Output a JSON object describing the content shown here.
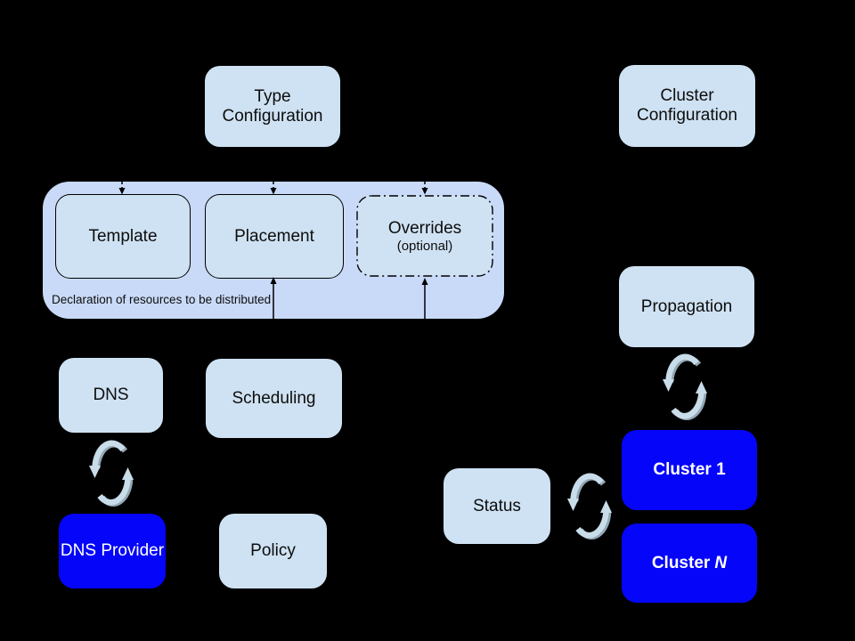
{
  "diagram": {
    "kind": "federation-architecture-diagram",
    "colors": {
      "background": "#000000",
      "box_fill": "#cfe2f3",
      "group_fill": "#c9daf8",
      "cluster_fill": "#0505fa",
      "text_dark": "#0d0d0d",
      "text_light": "#ffffff",
      "sync_icon": "#c9dcea",
      "edge": "#000000"
    },
    "nodes": {
      "type_configuration": {
        "label": "Type Configuration"
      },
      "cluster_configuration": {
        "label": "Cluster Configuration"
      },
      "template": {
        "label": "Template"
      },
      "placement": {
        "label": "Placement"
      },
      "overrides": {
        "label": "Overrides",
        "sublabel": "(optional)"
      },
      "group_caption": {
        "label": "Declaration of resources to be distributed"
      },
      "dns": {
        "label": "DNS"
      },
      "scheduling": {
        "label": "Scheduling"
      },
      "propagation": {
        "label": "Propagation"
      },
      "dns_provider": {
        "label": "DNS Provider"
      },
      "policy": {
        "label": "Policy"
      },
      "status": {
        "label": "Status"
      },
      "cluster_1": {
        "label": "Cluster 1"
      },
      "cluster_n": {
        "prefix": "Cluster",
        "suffix": "N"
      }
    },
    "edges": [
      {
        "from": "type-configuration",
        "to": "template",
        "style": "dashed-arrow"
      },
      {
        "from": "type-configuration",
        "to": "placement",
        "style": "dashed-arrow"
      },
      {
        "from": "type-configuration",
        "to": "overrides",
        "style": "dashed-arrow"
      },
      {
        "from": "below-group",
        "to": "placement",
        "style": "solid-arrow"
      },
      {
        "from": "below-group",
        "to": "overrides",
        "style": "solid-arrow"
      },
      {
        "between": [
          "dns",
          "dns-provider"
        ],
        "style": "sync"
      },
      {
        "between": [
          "propagation",
          "cluster-1"
        ],
        "style": "sync"
      },
      {
        "between": [
          "status",
          "cluster-1"
        ],
        "style": "sync"
      }
    ]
  }
}
